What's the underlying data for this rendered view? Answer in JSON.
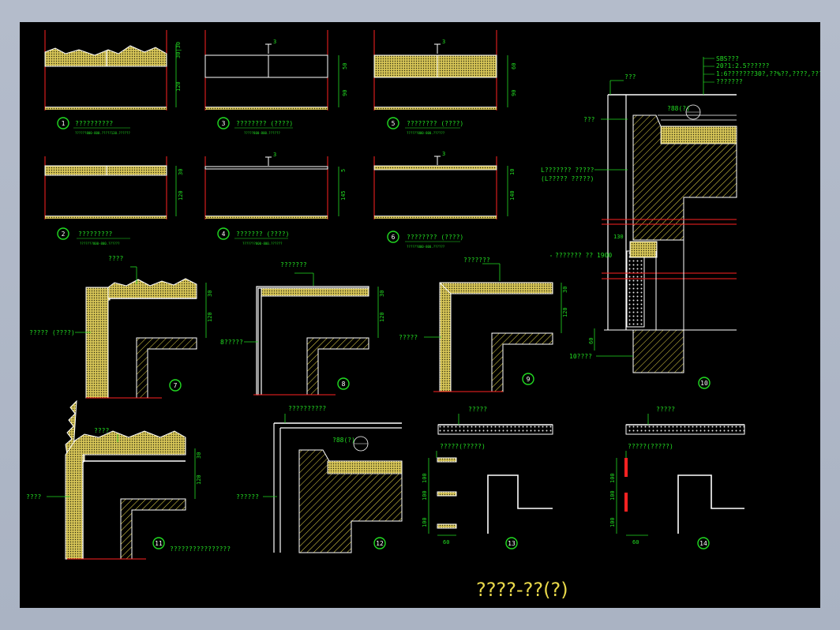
{
  "title": "????-??(?)",
  "details": [
    {
      "no": "1",
      "label": "??????????",
      "note": "??????800-800.?????130.??????"
    },
    {
      "no": "2",
      "label": "?????????",
      "note": "???????800-800.??????"
    },
    {
      "no": "3",
      "label": "???????? (????)",
      "note": "?????800-800.??????"
    },
    {
      "no": "4",
      "label": "??????? (????)",
      "note": "???????800-800.??????"
    },
    {
      "no": "5",
      "label": "???????? (????)",
      "note": "??????800-800.??????"
    },
    {
      "no": "6",
      "label": "???????? (????)",
      "note": "??????800-800.??????"
    },
    {
      "no": "7",
      "label": ""
    },
    {
      "no": "8",
      "label": ""
    },
    {
      "no": "9",
      "label": ""
    },
    {
      "no": "10",
      "label": ""
    },
    {
      "no": "11",
      "label": "????????????????"
    },
    {
      "no": "12",
      "label": ""
    },
    {
      "no": "13",
      "label": ""
    },
    {
      "no": "14",
      "label": ""
    }
  ],
  "callouts": {
    "d7_top": "????",
    "d7_left": "????? (????)",
    "d8_top": "???????",
    "d8_left": "8?????",
    "d9_top": "???????",
    "d9_left": "?????",
    "d10_sbs": "SBS???",
    "d10_l1": "20?1:2.5??????",
    "d10_l2": "1:6???????30?,??%??,????,????",
    "d10_l3": "???????",
    "d10_top": "???",
    "d10_wall": "???",
    "d10_L1": "L??????? ?????",
    "d10_L2": "(L????? ?????)",
    "d10_ref": "?88(?)",
    "d10_right": "??????? ?? 1900",
    "d10_bot": "10????",
    "d11_top": "????",
    "d11_left": "????",
    "d12_top": "??????????",
    "d12_left": "??????",
    "d12_ref": "?88(?)",
    "d13_top": "?????",
    "d13_mid": "?????(?????)",
    "d14_top": "?????",
    "d14_mid": "?????(?????)"
  },
  "dims": {
    "d1": [
      "30|30",
      "120"
    ],
    "d2": [
      "30",
      "120"
    ],
    "d3": [
      "50",
      "90"
    ],
    "d4": [
      "5",
      "145"
    ],
    "d5": [
      "60",
      "90"
    ],
    "d6": [
      "10",
      "140"
    ],
    "d7": [
      "30",
      "120"
    ],
    "d8": [
      "30",
      "120"
    ],
    "d9": [
      "30",
      "120"
    ],
    "d10": [
      "130",
      "60"
    ],
    "d11": [
      "30",
      "120"
    ],
    "d13": [
      "100",
      "100",
      "100",
      "60"
    ],
    "d14": [
      "100",
      "100",
      "100",
      "60"
    ],
    "marks": [
      "3"
    ]
  },
  "colors": {
    "background": "#000000",
    "frame": "#b4bccb",
    "annotation": "#22dd22",
    "hatch": "#e8d84a",
    "line": "#ffffff",
    "section": "#ff2222",
    "title": "#e8d84a"
  }
}
